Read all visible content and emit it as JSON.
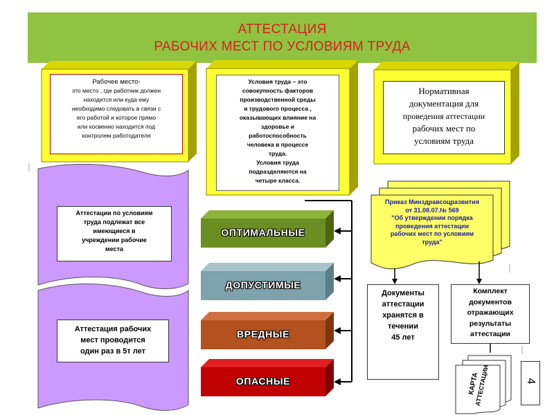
{
  "title": {
    "line1": "АТТЕСТАЦИЯ",
    "line2": "РАБОЧИХ  МЕСТ ПО УСЛОВИЯМ ТРУДА"
  },
  "workplace": {
    "heading": "Рабочее место-",
    "lines": [
      "это место , где работник должен",
      "находится или куда ему",
      "необходимо следовать в связи с",
      "его работой и которое прямо",
      "или косвенно находится под",
      "контролем работодателя"
    ]
  },
  "conditions": {
    "lines": [
      "Условия труда – это",
      "совокупность  факторов",
      "производственной среды",
      "и трудового процесса ,",
      "оказывающих влияние  на",
      "здоровье и",
      "работоспособность",
      "человека  в процессе",
      "труда.",
      "Условия  труда",
      "подразделяются  на",
      "четыре  класса."
    ]
  },
  "normative": {
    "lines": [
      "Нормативная",
      "документация для",
      "проведения аттестации",
      "рабочих мест по",
      "условиям труда"
    ]
  },
  "left_panel": {
    "box1": [
      "Аттестации  по  условиям",
      "труда подлежат  все",
      "имеющиеся  в",
      "учреждении  рабочие",
      "места"
    ],
    "box2": [
      "Аттестация рабочих",
      "мест проводится",
      "один раз в 5т лет"
    ]
  },
  "classes": [
    "ОПТИМАЛЬНЫЕ",
    "ДОПУСТИМЫЕ",
    "ВРЕДНЫЕ",
    "ОПАСНЫЕ"
  ],
  "order": {
    "lines": [
      "Приказ Минздравсоцразвития",
      "от  31.08.07.№ 569",
      "\"Об утверждении порядка",
      "проведения  аттестации",
      "рабочих мест по условиям",
      "труда\""
    ]
  },
  "docs_stored": {
    "lines": [
      "Документы",
      "аттестации",
      "хранятся в",
      "течении",
      "45 лет"
    ]
  },
  "docs_kit": {
    "lines": [
      "Комплект",
      "документов",
      "отражающих",
      "результаты",
      "аттестации"
    ]
  },
  "card": {
    "lines": [
      "КАРТА",
      "АТТЕСТАЦИИ"
    ]
  },
  "slide_number": "4",
  "colors": {
    "title_band": "#8fc341",
    "title_text": "#d82020",
    "box_yellow": "#ffff33",
    "box_side": "#a3a300",
    "panel_violet": "#cc99ff",
    "doc_yellow": "#ffff66",
    "optimal": "#6b8e23",
    "permissible": "#7fa3ad",
    "harmful": "#b3521f",
    "dangerous": "#c00000"
  }
}
